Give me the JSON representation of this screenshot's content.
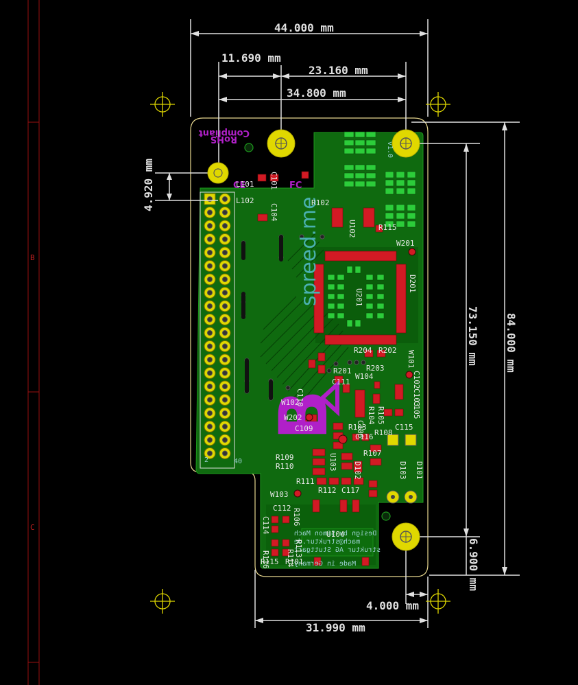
{
  "window": {
    "title": ""
  },
  "frame": {
    "row_labels": [
      "B",
      "C"
    ]
  },
  "dimensions": {
    "width_total": "44.000 mm",
    "hole_offset_left": "11.690 mm",
    "hole_spacing_top": "23.160 mm",
    "header_to_hole": "34.800 mm",
    "header_offset_vertical": "4.920 mm",
    "height_holes": "73.150 mm",
    "height_total": "84.000 mm",
    "bottom_hole_offset": "6.900 mm",
    "bottom_hole_edge": "4.000 mm",
    "bottom_width": "31.990 mm"
  },
  "silkscreen": {
    "brand": "spreed.me",
    "logo_letter": "B",
    "rohs_top": "RoHS",
    "rohs_bottom": "Compliant",
    "ce_mark": "CE",
    "fcc_mark": "FC",
    "design_credit_1": "Design by Simon Mach",
    "design_credit_2": "mach@struktur.de",
    "design_credit_3": "struktur AG Stuttgart",
    "made_in": "Made in Germany",
    "version": "v1.0",
    "header_pin_label": "40",
    "header_pin_label_2": "2"
  },
  "components": [
    "L101",
    "L102",
    "C101",
    "C104",
    "R101",
    "R102",
    "U102",
    "R115",
    "W201",
    "D201",
    "U201",
    "R204",
    "R202",
    "R203",
    "R201",
    "C111",
    "W104",
    "W101",
    "C102",
    "C103",
    "C105",
    "C110",
    "W102",
    "W202",
    "R103",
    "C106",
    "R104",
    "R105",
    "R106",
    "C116",
    "C115",
    "C109",
    "R108",
    "R107",
    "D102",
    "D103",
    "D101",
    "U103",
    "R109",
    "R110",
    "R111",
    "R112",
    "C117",
    "W103",
    "C112",
    "C114",
    "R113",
    "R114",
    "R116",
    "U104"
  ],
  "colors": {
    "background": "#000000",
    "board_copper": "#0f6a0f",
    "board_dark": "#064406",
    "pad_red": "#d21a24",
    "pad_green": "#2ccd3a",
    "pad_gold": "#e0d800",
    "silkscreen_purple": "#b020c8",
    "dimension_line": "#e0e0e0",
    "outline": "#e8d890",
    "frame_red": "#9a1010"
  }
}
